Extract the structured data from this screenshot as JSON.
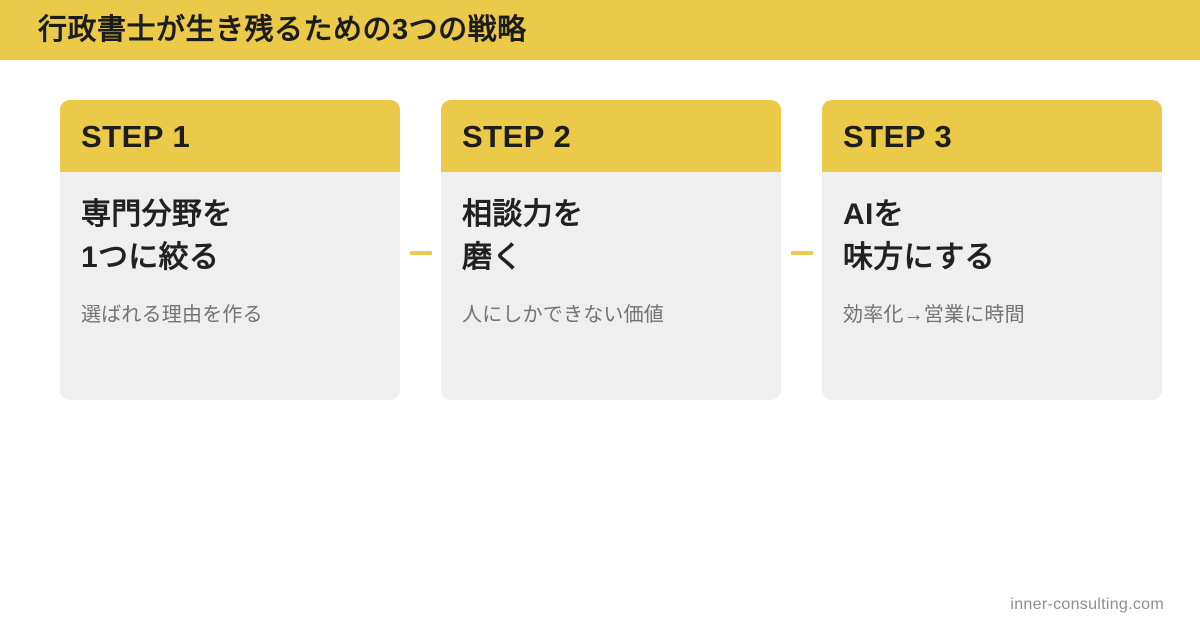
{
  "header": {
    "title": "行政書士が生き残るための3つの戦略",
    "band_color": "#ebc949",
    "title_color": "#1c1c1c"
  },
  "theme": {
    "accent": "#ebc949",
    "card_body": "#efefef",
    "text_dark": "#212121",
    "text_muted": "#737373",
    "background": "#ffffff"
  },
  "cards": [
    {
      "step_label": "STEP 1",
      "title": "専門分野を\n1つに絞る",
      "title_line1": "専門分野を",
      "title_line2": "1つに絞る",
      "subtitle": "選ばれる理由を作る"
    },
    {
      "step_label": "STEP 2",
      "title": "相談力を\n磨く",
      "title_line1": "相談力を",
      "title_line2": "磨く",
      "subtitle": "人にしかできない価値"
    },
    {
      "step_label": "STEP 3",
      "title": "AIを\n味方にする",
      "title_line1": "AIを",
      "title_line2": "味方にする",
      "subtitle": "効率化→営業に時間"
    }
  ],
  "connectors": [
    {
      "name": "dash-1-2",
      "color": "#ebc949"
    },
    {
      "name": "dash-2-3",
      "color": "#ebc949"
    }
  ],
  "footer": {
    "site": "inner-consulting.com"
  }
}
